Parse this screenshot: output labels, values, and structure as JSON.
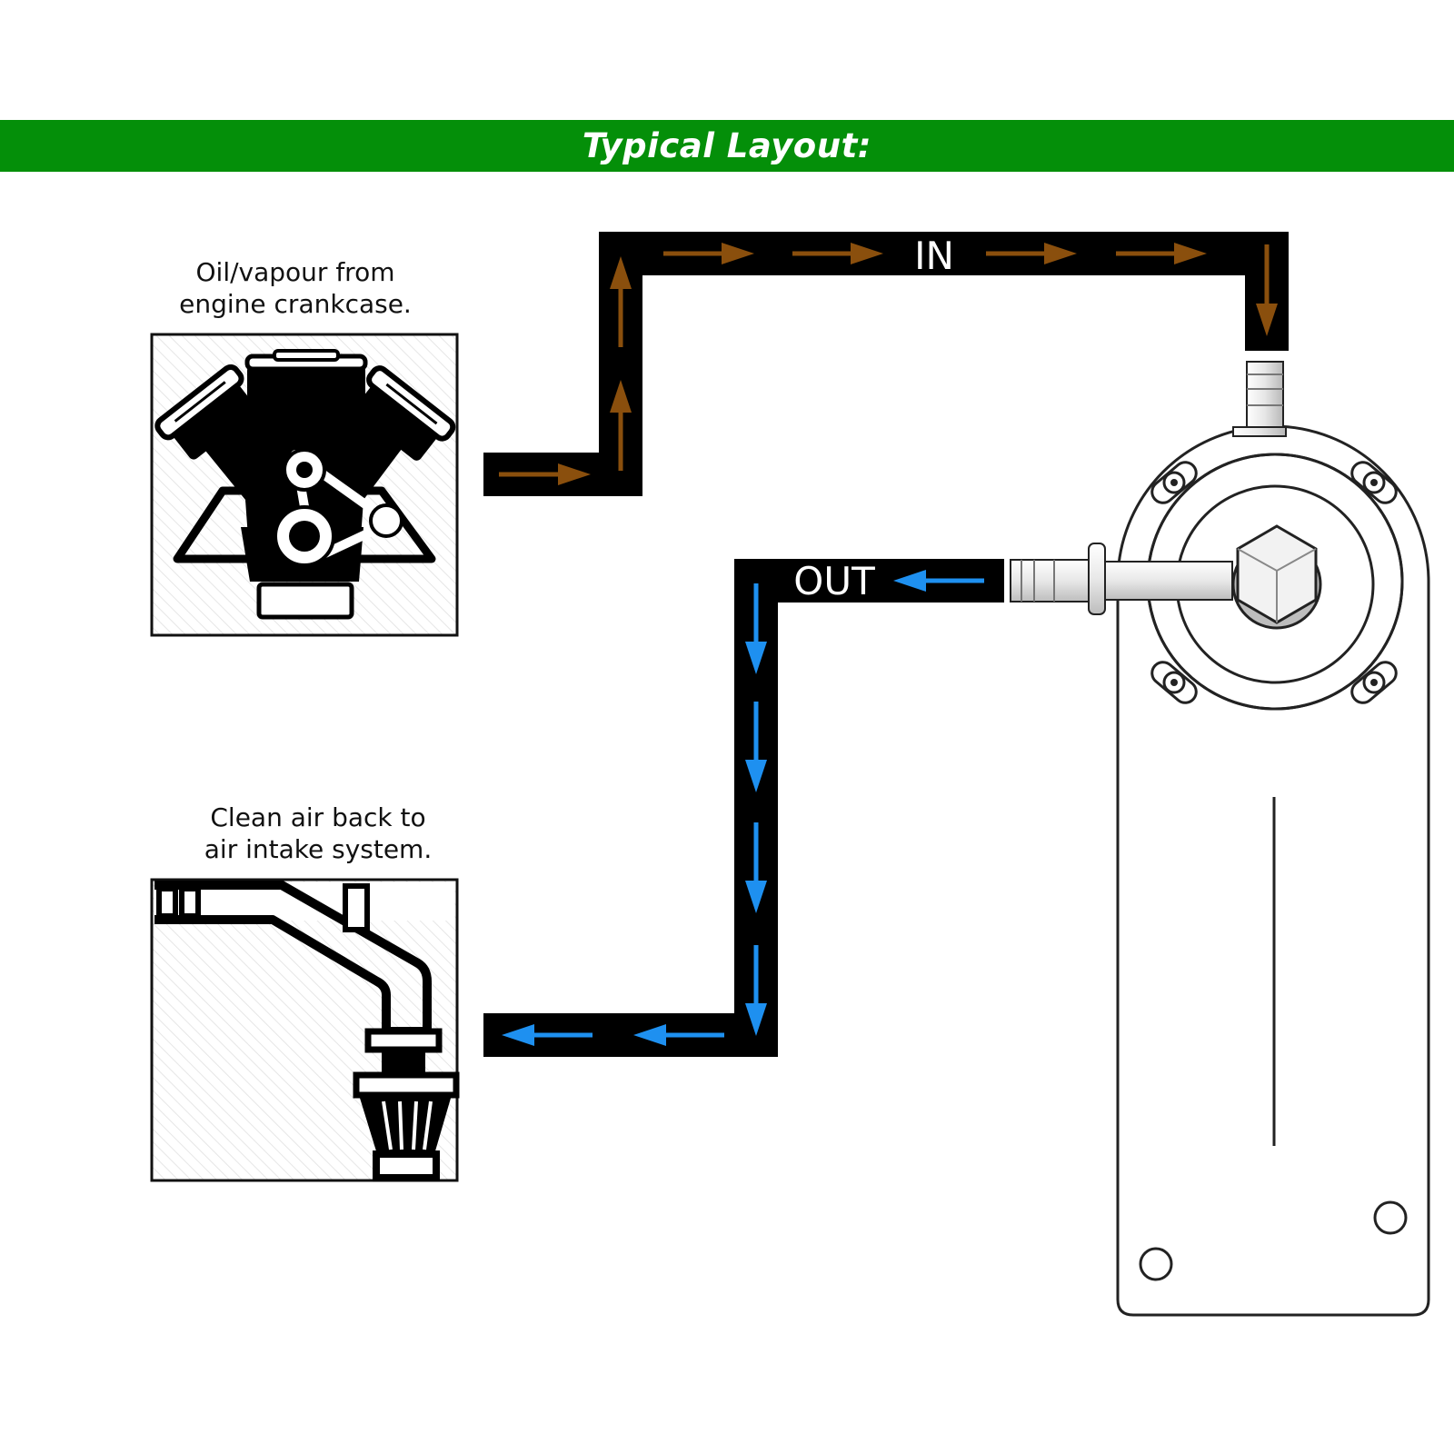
{
  "header": {
    "title": "Typical Layout:"
  },
  "engine_panel": {
    "caption_line1": "Oil/vapour from",
    "caption_line2": "engine crankcase.",
    "icon": "engine-icon"
  },
  "intake_panel": {
    "caption_line1": "Clean air back to",
    "caption_line2": "air intake system.",
    "icon": "air-intake-filter-icon"
  },
  "pipes": {
    "in_label": "IN",
    "out_label": "OUT",
    "in_arrow_color": "#8a4f0d",
    "out_arrow_color": "#1e90f0",
    "pipe_color": "#000000"
  },
  "device": {
    "icon": "oil-catch-can-icon"
  },
  "colors": {
    "banner": "#048f09"
  }
}
